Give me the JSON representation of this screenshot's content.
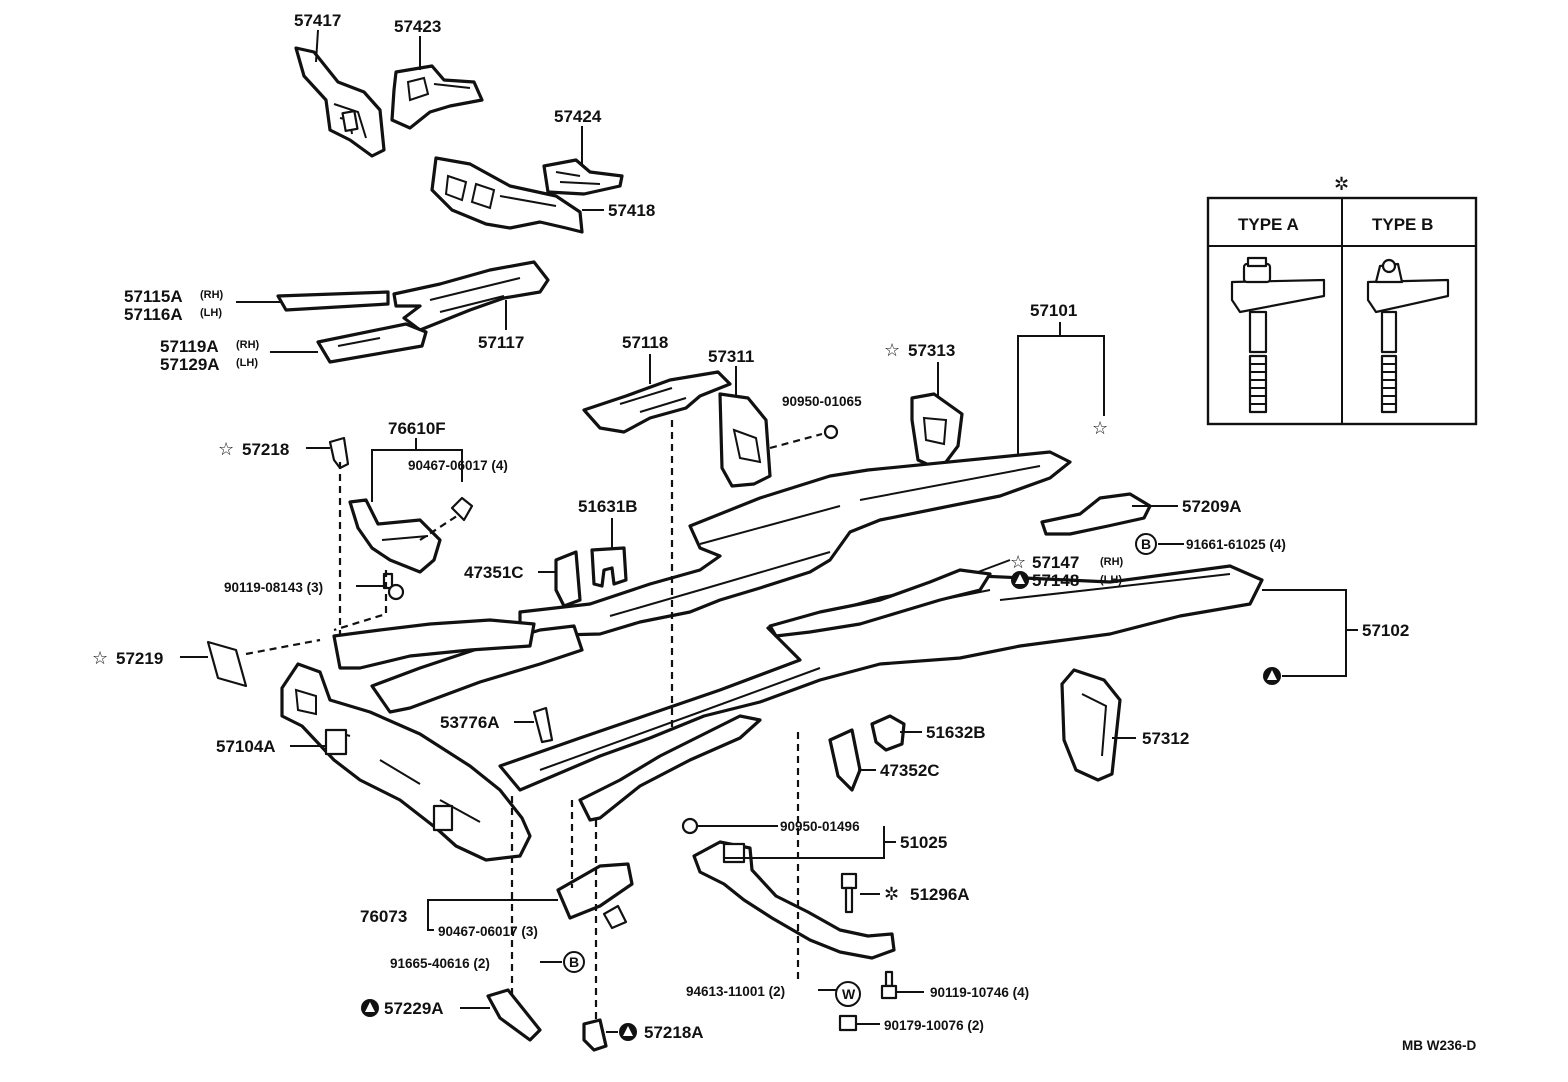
{
  "diagram_code": "MB W236-D",
  "legend": {
    "symbol": "✲",
    "type_a": "TYPE A",
    "type_b": "TYPE B"
  },
  "labels": {
    "p57417": "57417",
    "p57423": "57423",
    "p57424": "57424",
    "p57418": "57418",
    "p57115a": "57115A",
    "p57115a_side": "(RH)",
    "p57116a": "57116A",
    "p57116a_side": "(LH)",
    "p57119a": "57119A",
    "p57119a_side": "(RH)",
    "p57129a": "57129A",
    "p57129a_side": "(LH)",
    "p57117": "57117",
    "p57118": "57118",
    "p57311": "57311",
    "p90950_01065": "90950-01065",
    "p57313": "57313",
    "p57101": "57101",
    "p76610f": "76610F",
    "p57218": "57218",
    "p90467_06017_4": "90467-06017 (4)",
    "p51631b": "51631B",
    "p57209a": "57209A",
    "p91661_61025": "91661-61025 (4)",
    "p47351c": "47351C",
    "p90119_08143": "90119-08143 (3)",
    "p57147": "57147",
    "p57147_side": "(RH)",
    "p57148": "57148",
    "p57148_side": "(LH)",
    "p57102": "57102",
    "p57219": "57219",
    "p53776a": "53776A",
    "p51632b": "51632B",
    "p57312": "57312",
    "p57104a": "57104A",
    "p47352c": "47352C",
    "p90950_01496": "90950-01496",
    "p51025": "51025",
    "p51296a": "51296A",
    "p76073": "76073",
    "p90467_06017_3": "90467-06017 (3)",
    "p91665_40616": "91665-40616 (2)",
    "p94613_11001": "94613-11001 (2)",
    "p90119_10746": "90119-10746 (4)",
    "p57229a": "57229A",
    "p57218a": "57218A",
    "p90179_10076": "90179-10076 (2)"
  },
  "markers": {
    "star": "☆",
    "asterisk": "✲",
    "circle_b": "B",
    "circle_w": "W"
  }
}
